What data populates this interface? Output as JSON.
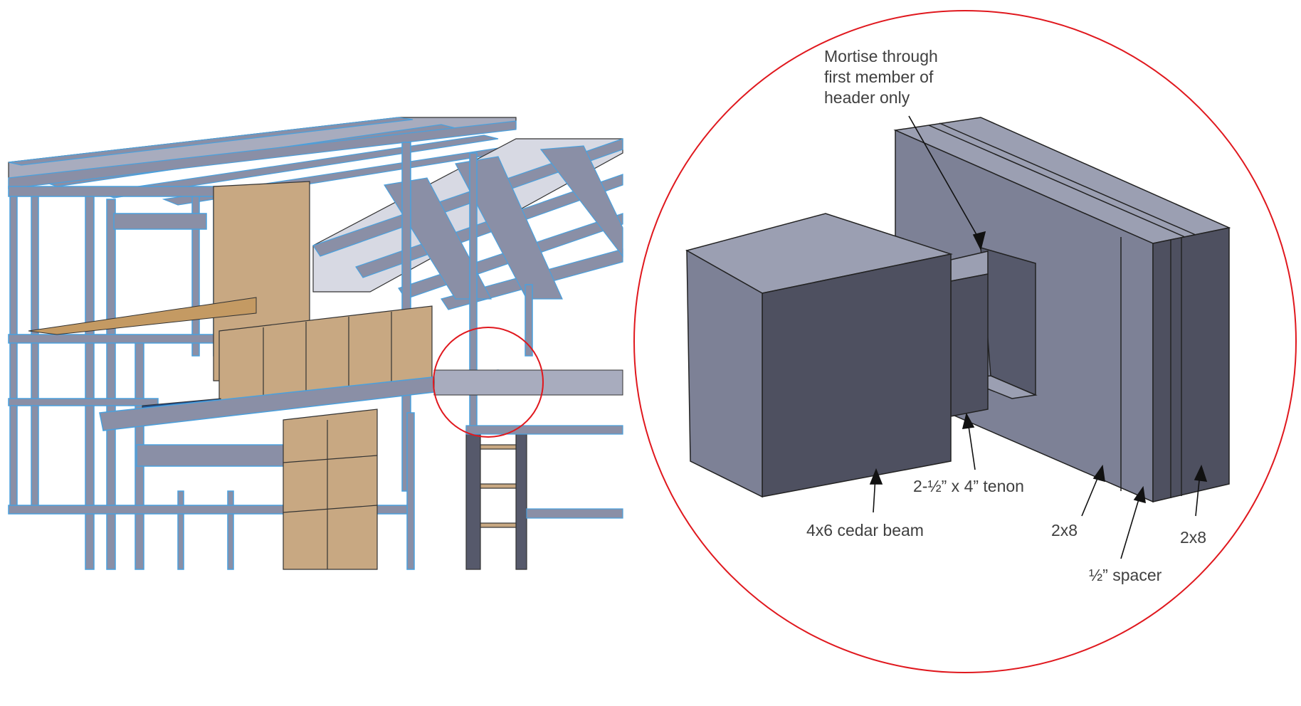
{
  "colors": {
    "frame_fill": "#8a8fa6",
    "frame_edge": "#4aa0dd",
    "frame_dark": "#56596b",
    "wood": "#c8a882",
    "deck": "#c49a63",
    "blue_floor": "#1f4f8c",
    "callout": "#e0181e",
    "block_dark": "#4e5060",
    "block_mid": "#7d8196",
    "block_light": "#9b9fb2",
    "label_text": "#404040"
  },
  "annotations": {
    "mortise": [
      "Mortise through",
      "first member of",
      "header only"
    ],
    "beam": "4x6 cedar beam",
    "tenon": "2-½” x 4” tenon",
    "member_a": "2x8",
    "spacer": "½” spacer",
    "member_b": "2x8"
  }
}
